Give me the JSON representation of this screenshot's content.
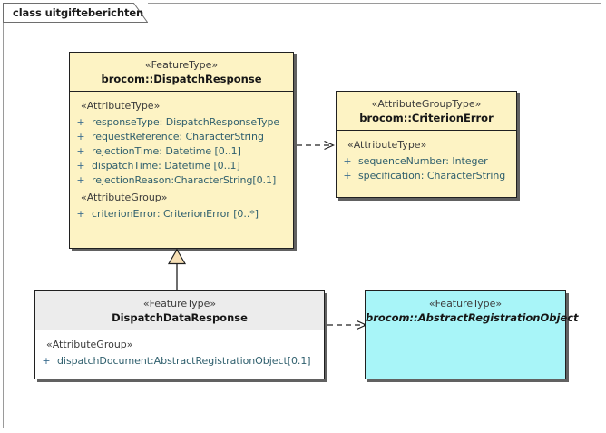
{
  "diagram": {
    "title": "class uitgifteberichten",
    "background_color": "#ffffff",
    "border_color": "#9a9a9a"
  },
  "colors": {
    "feature_type_fill": "#fdf3c4",
    "abstract_fill": "#a8f5f8",
    "grey_header_fill": "#ececec",
    "line": "#202020",
    "attribute_text": "#2f5f6d",
    "generalization_fill": "#f6dfb5"
  },
  "classes": [
    {
      "id": "dispatch-response",
      "stereotype": "«FeatureType»",
      "name": "brocom::DispatchResponse",
      "abstract": false,
      "fill": "#fdf3c4",
      "compartments": [
        {
          "label": "«AttributeType»",
          "attributes": [
            {
              "visibility": "+",
              "text": "responseType: DispatchResponseType"
            },
            {
              "visibility": "+",
              "text": "requestReference: CharacterString"
            },
            {
              "visibility": "+",
              "text": "rejectionTime: Datetime [0..1]"
            },
            {
              "visibility": "+",
              "text": "dispatchTime: Datetime [0..1]"
            },
            {
              "visibility": "+",
              "text": "rejectionReason:CharacterString[0.1]"
            }
          ]
        },
        {
          "label": "«AttributeGroup»",
          "attributes": [
            {
              "visibility": "+",
              "text": "criterionError: CriterionError [0..*]"
            }
          ]
        }
      ]
    },
    {
      "id": "criterion-error",
      "stereotype": "«AttributeGroupType»",
      "name": "brocom::CriterionError",
      "abstract": false,
      "fill": "#fdf3c4",
      "compartments": [
        {
          "label": "«AttributeType»",
          "attributes": [
            {
              "visibility": "+",
              "text": "sequenceNumber: Integer"
            },
            {
              "visibility": "+",
              "text": "specification: CharacterString"
            }
          ]
        }
      ]
    },
    {
      "id": "dispatch-data-response",
      "stereotype": "«FeatureType»",
      "name": "DispatchDataResponse",
      "abstract": false,
      "fill": "#ffffff",
      "compartments": [
        {
          "label": "«AttributeGroup»",
          "attributes": [
            {
              "visibility": "+",
              "text": "dispatchDocument:AbstractRegistrationObject[0.1]"
            }
          ]
        }
      ]
    },
    {
      "id": "abstract-registration-object",
      "stereotype": "«FeatureType»",
      "name": "brocom::AbstractRegistrationObject",
      "abstract": true,
      "fill": "#a8f5f8",
      "compartments": []
    }
  ],
  "relationships": [
    {
      "id": "dep-dispatchresponse-criterionerror",
      "type": "dependency",
      "style": "dashed-open-arrow",
      "source": "brocom::DispatchResponse",
      "target": "brocom::CriterionError"
    },
    {
      "id": "gen-dispatchdataresponse-dispatchresponse",
      "type": "generalization",
      "style": "solid-hollow-triangle",
      "source": "DispatchDataResponse",
      "target": "brocom::DispatchResponse"
    },
    {
      "id": "dep-dispatchdataresponse-abstractregistrationobject",
      "type": "dependency",
      "style": "dashed-open-arrow",
      "source": "DispatchDataResponse",
      "target": "brocom::AbstractRegistrationObject"
    }
  ]
}
